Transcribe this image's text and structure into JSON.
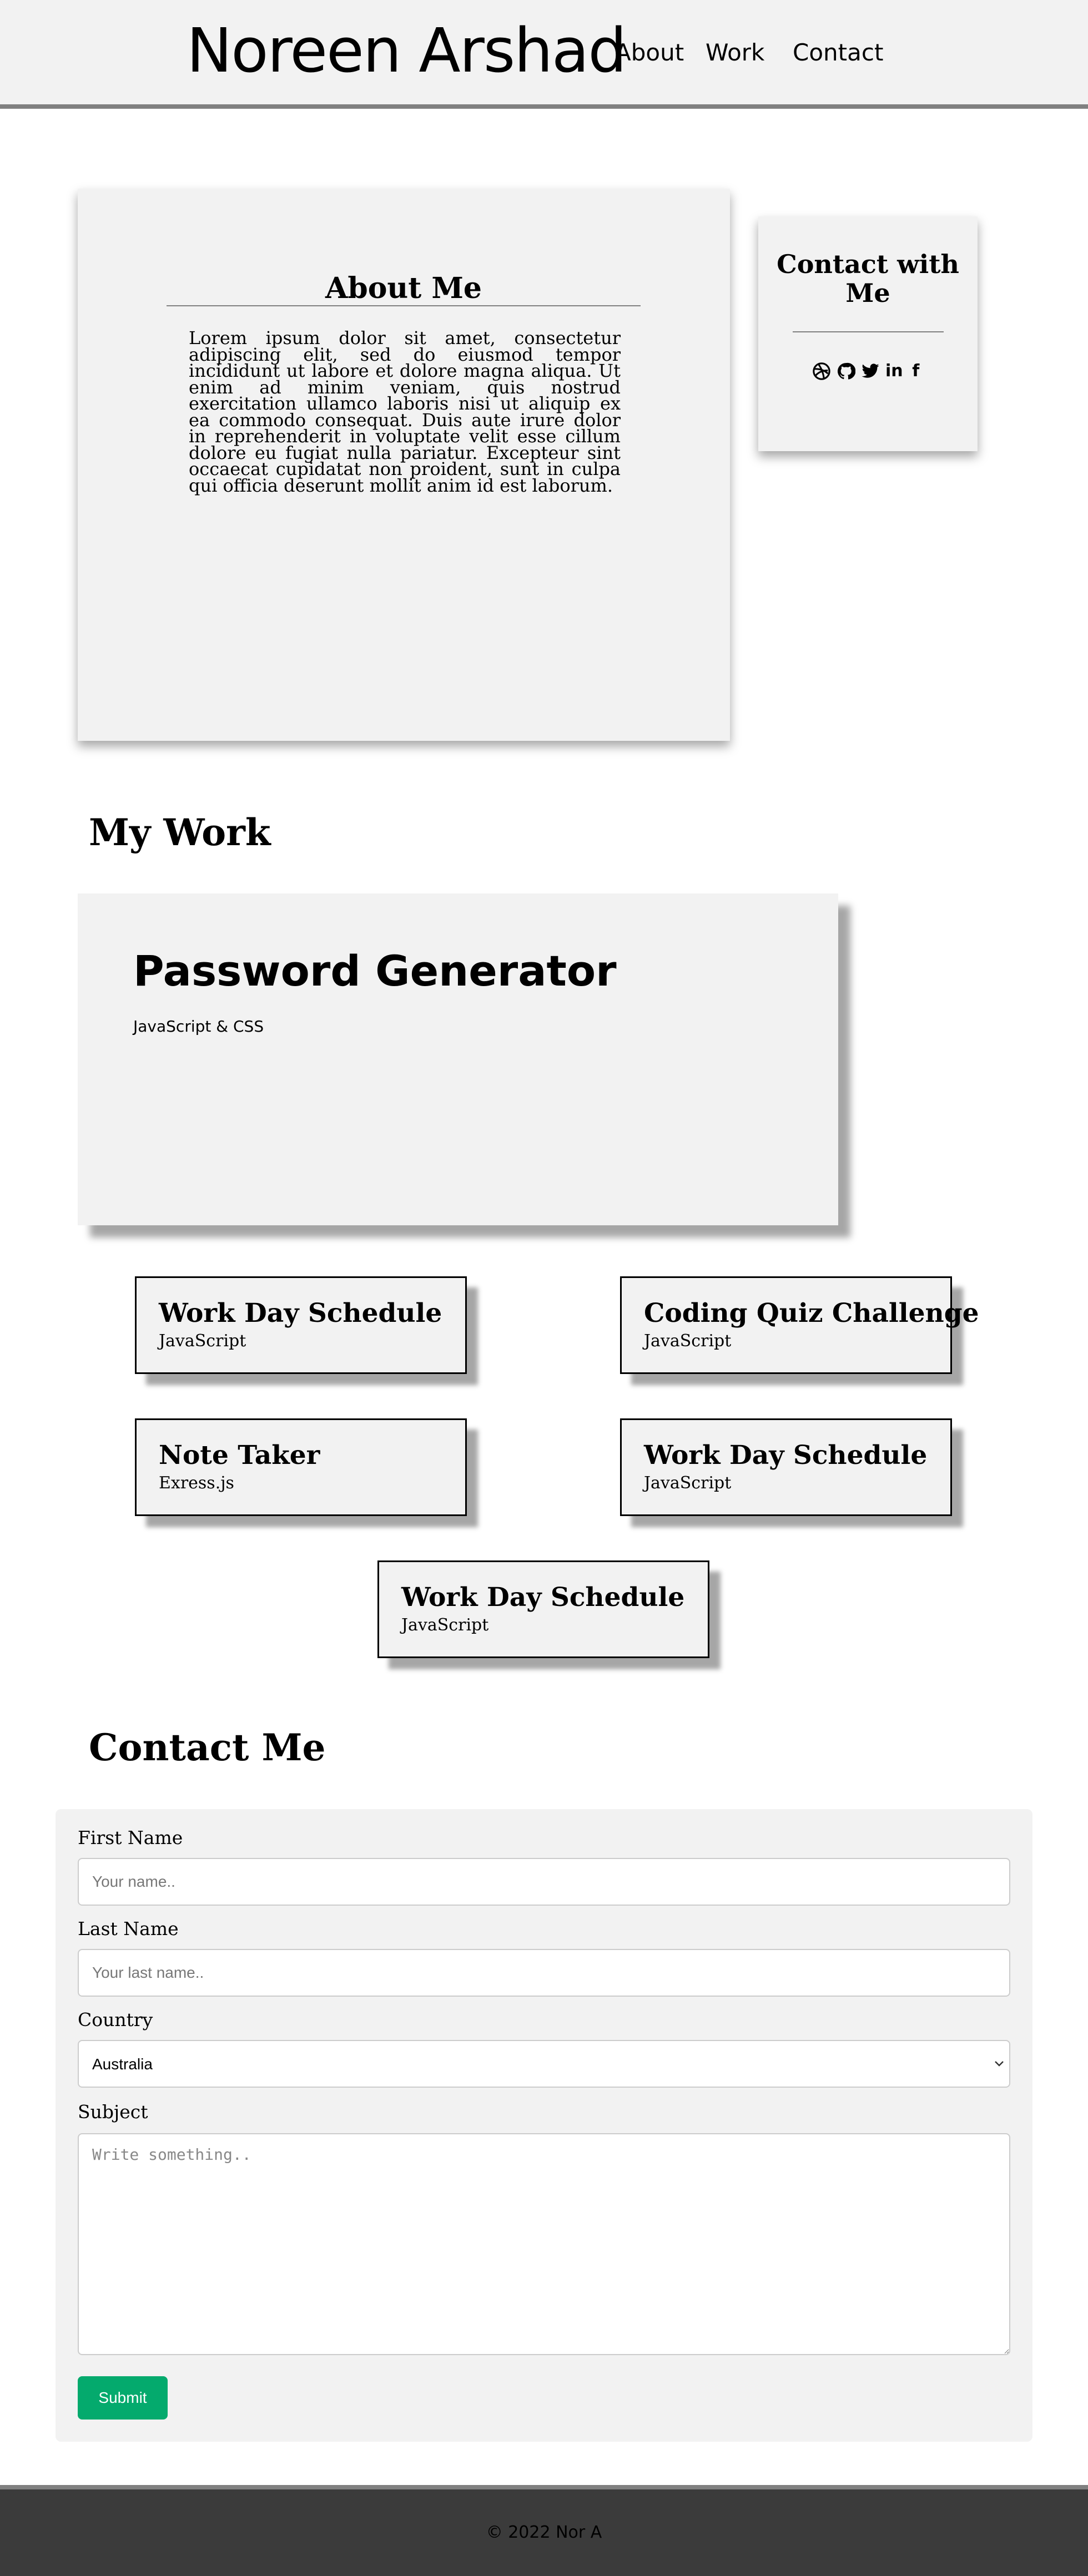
{
  "header": {
    "title": "Noreen Arshad",
    "nav": {
      "about": "About",
      "work": "Work",
      "contact": "Contact"
    }
  },
  "about": {
    "title": "About Me",
    "text": "Lorem ipsum dolor sit amet, consectetur adipiscing elit, sed do eiusmod tempor incididunt ut labore et dolore magna aliqua. Ut enim ad minim veniam, quis nostrud exercitation ullamco laboris nisi ut aliquip ex ea commodo consequat. Duis aute irure dolor in reprehenderit in voluptate velit esse cillum dolore eu fugiat nulla pariatur. Excepteur sint occaecat cupidatat non proident, sunt in culpa qui officia deserunt mollit anim id est laborum."
  },
  "contact_card": {
    "title": "Contact with Me",
    "social": {
      "dribbble": "dribbble-icon",
      "github": "github-icon",
      "twitter": "twitter-icon",
      "linkedin": "in",
      "facebook": "f"
    }
  },
  "work": {
    "heading": "My Work",
    "featured": {
      "title": "Password Generator",
      "tech": "JavaScript & CSS"
    },
    "projects": [
      {
        "title": "Work Day Schedule",
        "tech": "JavaScript"
      },
      {
        "title": "Coding Quiz Challenge",
        "tech": "JavaScript"
      },
      {
        "title": "Note Taker",
        "tech": "Exress.js"
      },
      {
        "title": "Work Day Schedule",
        "tech": "JavaScript"
      },
      {
        "title": "Work Day Schedule",
        "tech": "JavaScript"
      }
    ]
  },
  "contact_form": {
    "heading": "Contact Me",
    "first_name_label": "First Name",
    "first_name_placeholder": "Your name..",
    "last_name_label": "Last Name",
    "last_name_placeholder": "Your last name..",
    "country_label": "Country",
    "country_value": "Australia",
    "subject_label": "Subject",
    "subject_placeholder": "Write something..",
    "submit_label": "Submit"
  },
  "footer": {
    "text": "© 2022 Nor A"
  },
  "colors": {
    "header_bg": "#f2f2f2",
    "card_bg": "#f2f2f2",
    "divider": "#808080",
    "submit": "#04aa6d",
    "footer_bg": "#3b3b3b"
  }
}
